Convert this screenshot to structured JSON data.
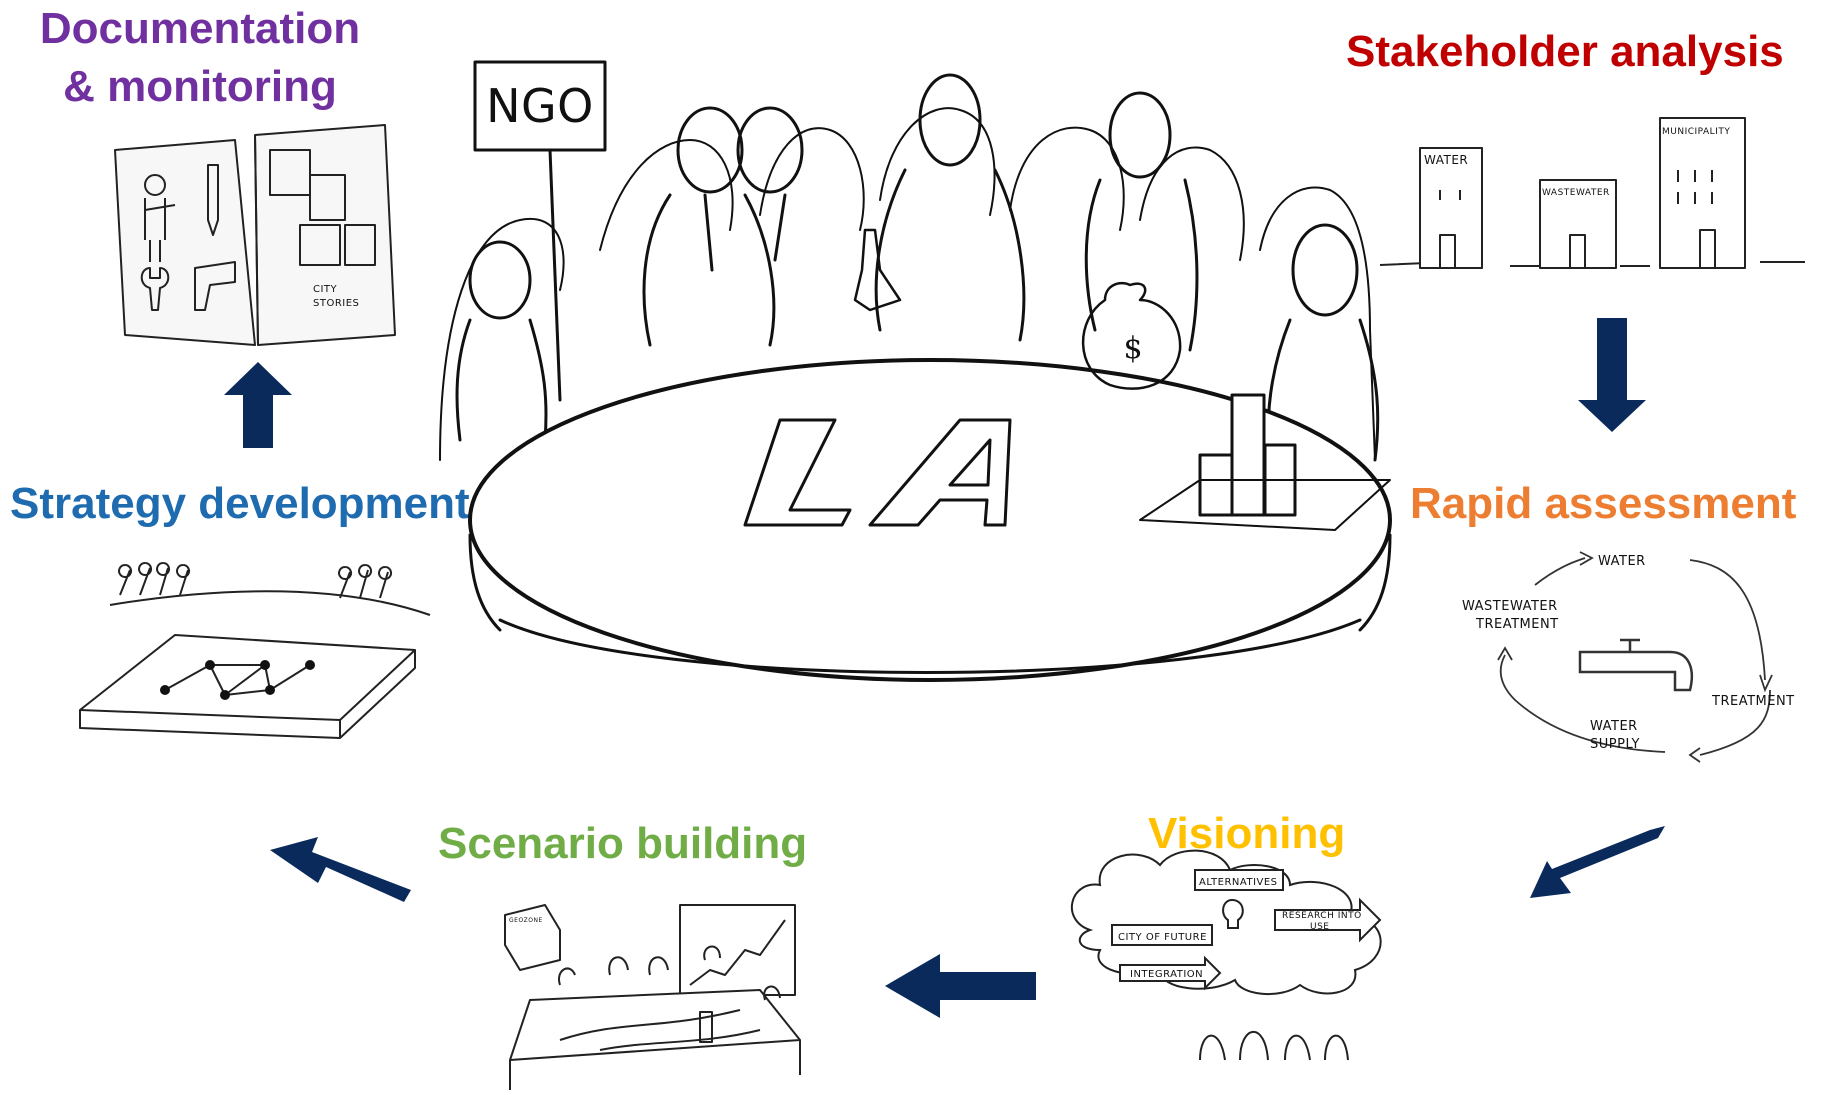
{
  "stages": {
    "documentation": {
      "line1": "Documentation",
      "line2": "& monitoring",
      "color": "#7030a0"
    },
    "stakeholder": {
      "label": "Stakeholder analysis",
      "color": "#c00000"
    },
    "rapid": {
      "label": "Rapid assessment",
      "color": "#ed7d31"
    },
    "visioning": {
      "label": "Visioning",
      "color": "#ffc000"
    },
    "scenario": {
      "label": "Scenario building",
      "color": "#70ad47"
    },
    "strategy": {
      "label": "Strategy development",
      "color": "#1f6bb0"
    }
  },
  "arrow_color": "#0b2a5c",
  "center_sketch": {
    "sign_text": "NGO",
    "table_text": "LA",
    "money_symbol": "$"
  },
  "documentation_sketch": {
    "book_text_line1": "CITY",
    "book_text_line2": "STORIES"
  },
  "stakeholder_sketch": {
    "building1": "WATER",
    "building2": "WASTEWATER",
    "building3": "MUNICIPALITY"
  },
  "rapid_sketch": {
    "cycle_water": "WATER",
    "cycle_wastewater_line1": "WASTEWATER",
    "cycle_wastewater_line2": "TREATMENT",
    "cycle_treatment": "TREATMENT",
    "cycle_supply_line1": "WATER",
    "cycle_supply_line2": "SUPPLY"
  },
  "visioning_sketch": {
    "alternatives": "ALTERNATIVES",
    "city_of_future": "CITY OF FUTURE",
    "research_line1": "RESEARCH INTO",
    "research_line2": "USE",
    "integration": "INTEGRATION"
  },
  "scenario_sketch": {
    "box_label": "GEOZONE"
  }
}
